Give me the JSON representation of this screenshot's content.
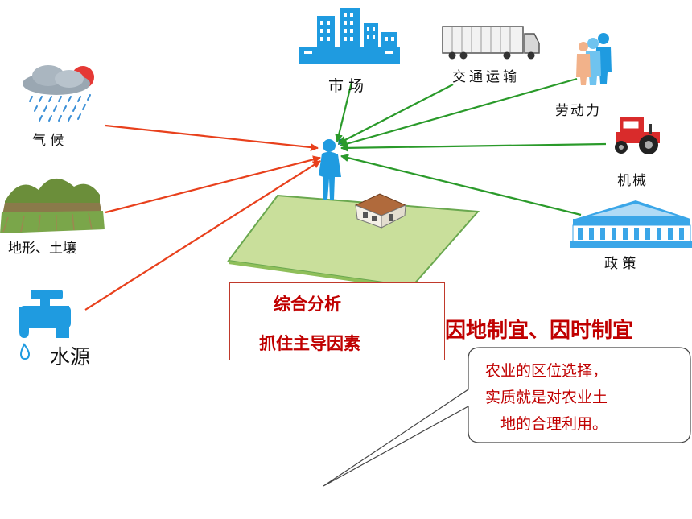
{
  "factors": {
    "market": "市  场",
    "transport": "交通运输",
    "labor": "劳动力",
    "machinery": "机械",
    "policy": "政  策",
    "climate": "气  候",
    "terrain_soil": "地形、土壤",
    "water": "水源"
  },
  "analysis_box": {
    "line1": "综合分析",
    "line2": "抓住主导因素"
  },
  "slogan": "因地制宜、因时制宜",
  "callout": {
    "line1": "农业的区位选择，",
    "line2": "实质就是对农业土",
    "line3": "地的合理利用。"
  },
  "colors": {
    "natural_arrow": "#e8401c",
    "social_arrow": "#2a9a2a",
    "accent_blue": "#1f9be0",
    "highlight_red": "#c00000"
  }
}
